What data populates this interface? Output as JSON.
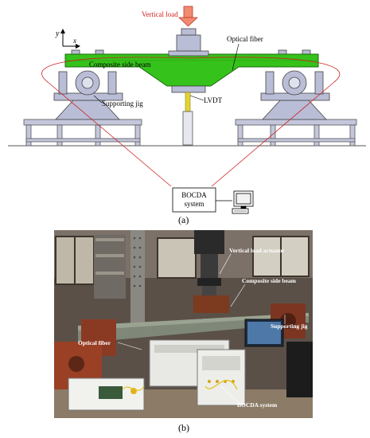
{
  "panel_a": {
    "caption": "(a)",
    "axis_y": "y",
    "axis_x": "x",
    "labels": {
      "vertical_load": "Vertical load",
      "optical_fiber": "Optical fiber",
      "composite_side_beam": "Composite side beam",
      "supporting_jig": "Supporting  jig",
      "lvdt": "LVDT",
      "bocda_line1": "BOCDA",
      "bocda_line2": "system"
    },
    "colors": {
      "beam": "#35c21a",
      "jig": "#b9bdd6",
      "arrow": "#e74c3c",
      "fiber": "#cc2222",
      "lvdt": "#d8c92a"
    }
  },
  "panel_b": {
    "caption": "(b)",
    "labels": {
      "vertical_load_actuator": "Vertical load actuator",
      "composite_side_beam": "Composite side beam",
      "supporting_jig": "Supporting jig",
      "optical_fiber": "Optical fiber",
      "bocda_system": "BOCDA system"
    }
  }
}
